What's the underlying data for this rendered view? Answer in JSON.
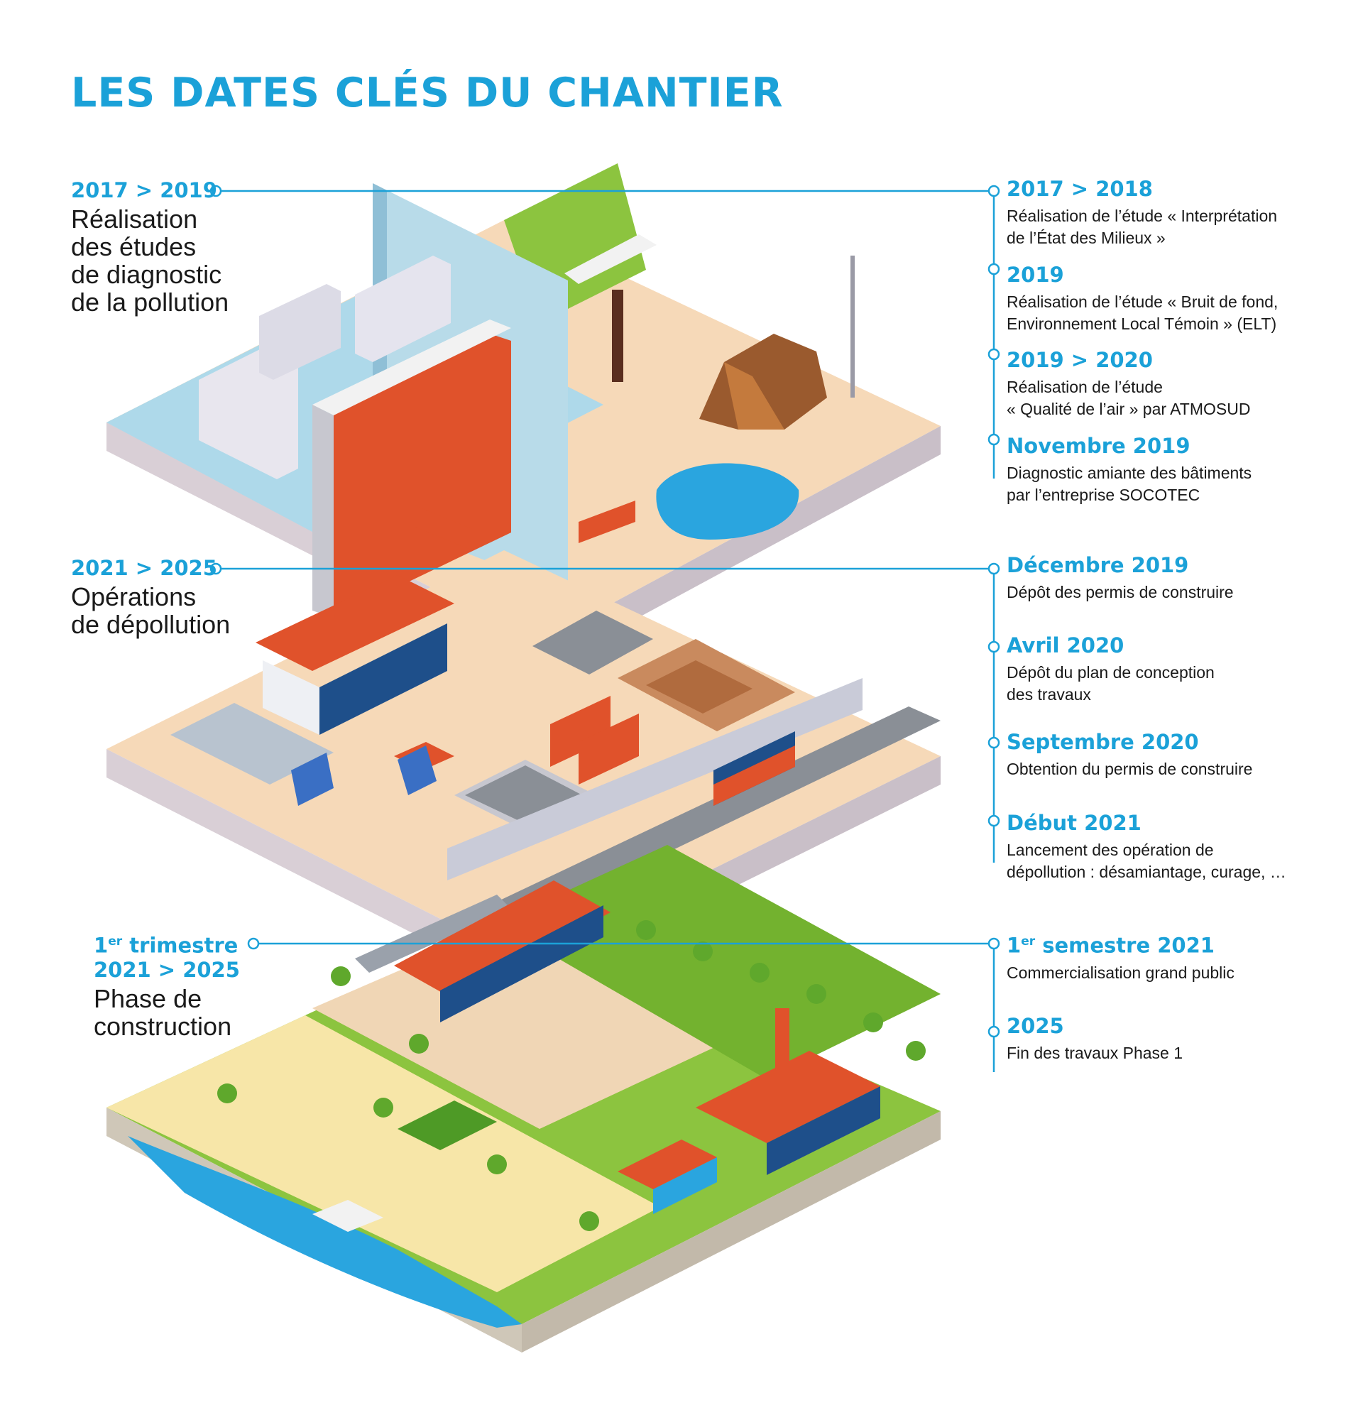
{
  "title": "LES DATES CLÉS DU CHANTIER",
  "phases": [
    {
      "date": "2017 > 2019",
      "title": "Réalisation\ndes études\nde diagnostic\nde la pollution"
    },
    {
      "date": "2021 > 2025",
      "title": "Opérations\nde dépollution"
    },
    {
      "date_sup": "er",
      "date_line1": " trimestre",
      "date_prefix": "1",
      "date_line2": "2021 > 2025",
      "title": "Phase de\nconstruction"
    }
  ],
  "events": [
    {
      "date": "2017 > 2018",
      "text": "Réalisation de l’étude « Interprétation\nde l’État des Milieux »"
    },
    {
      "date": "2019",
      "text": "Réalisation de l’étude « Bruit de fond,\nEnvironnement Local Témoin » (ELT)"
    },
    {
      "date": "2019 > 2020",
      "text": "Réalisation de l’étude\n« Qualité de l’air » par ATMOSUD"
    },
    {
      "date": "Novembre 2019",
      "text": "Diagnostic amiante des bâtiments\npar l’entreprise SOCOTEC"
    },
    {
      "date": "Décembre 2019",
      "text": "Dépôt des permis de construire"
    },
    {
      "date": "Avril 2020",
      "text": "Dépôt du plan de conception\ndes travaux"
    },
    {
      "date": "Septembre 2020",
      "text": "Obtention du permis de construire"
    },
    {
      "date": "Début 2021",
      "text": "Lancement des opération de\ndépollution : désamiantage, curage, …"
    },
    {
      "date_prefix": "1",
      "date_sup": "er",
      "date_rest": " semestre 2021",
      "text": "Commercialisation grand public"
    },
    {
      "date": "2025",
      "text": "Fin des travaux Phase 1"
    }
  ],
  "colors": {
    "accent": "#1ba1d8",
    "text": "#1a1a1a",
    "brick": "#e0522b",
    "ground": "#f6d9b8",
    "grass": "#8cc43f",
    "water": "#2aa5df"
  }
}
